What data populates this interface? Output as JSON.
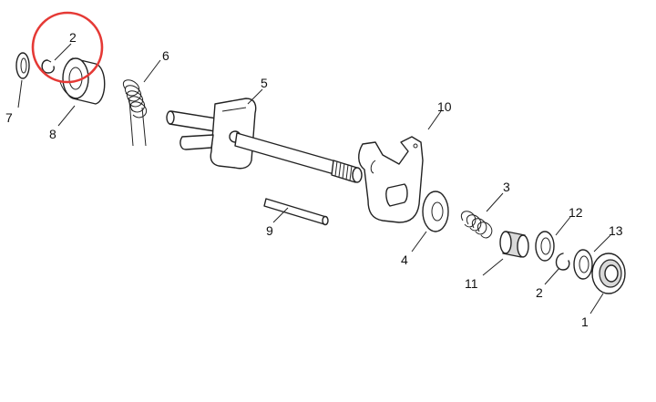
{
  "diagram": {
    "highlight_color": "#e53935",
    "callouts": {
      "c2_top": "2",
      "c6": "6",
      "c7": "7",
      "c8": "8",
      "c5": "5",
      "c10": "10",
      "c9": "9",
      "c3": "3",
      "c12": "12",
      "c13": "13",
      "c4": "4",
      "c11": "11",
      "c2_bottom": "2",
      "c1": "1"
    }
  }
}
